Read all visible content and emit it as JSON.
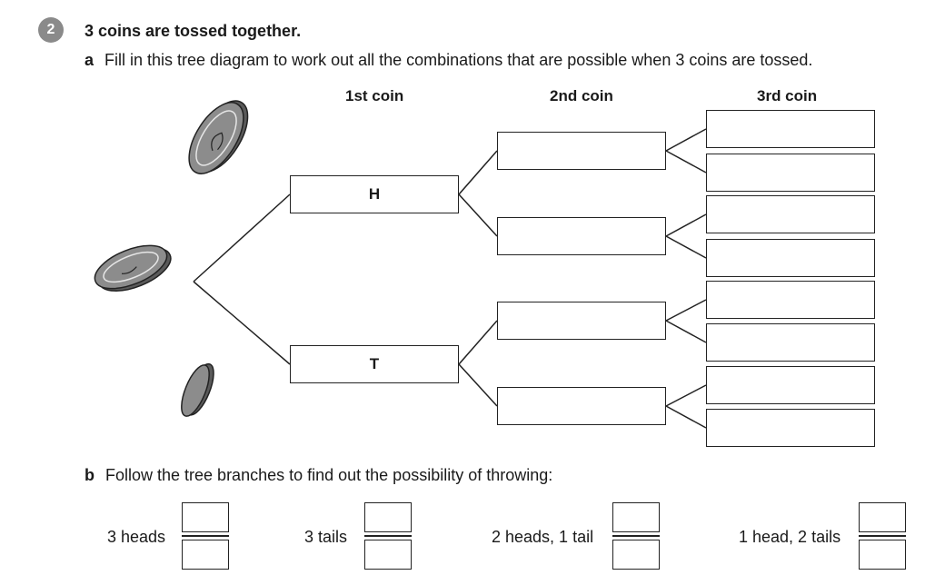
{
  "question": {
    "number": "2",
    "title": "3 coins are tossed together."
  },
  "part_a": {
    "letter": "a",
    "text": "Fill in this tree diagram to work out all the combinations that are possible when 3 coins are tossed."
  },
  "columns": {
    "first": "1st coin",
    "second": "2nd coin",
    "third": "3rd coin"
  },
  "first_coin": {
    "top_value": "H",
    "bottom_value": "T"
  },
  "part_b": {
    "letter": "b",
    "text": "Follow the tree branches to find out the possibility of throwing:",
    "items": [
      {
        "label": "3 heads"
      },
      {
        "label": "3 tails"
      },
      {
        "label": "2 heads, 1 tail"
      },
      {
        "label": "1 head, 2 tails"
      }
    ]
  },
  "colors": {
    "badge": "#8a8a8a",
    "coin_face": "#8c8c8c",
    "coin_rim": "#5a5a5a"
  },
  "icons": [
    "coin-icon"
  ]
}
